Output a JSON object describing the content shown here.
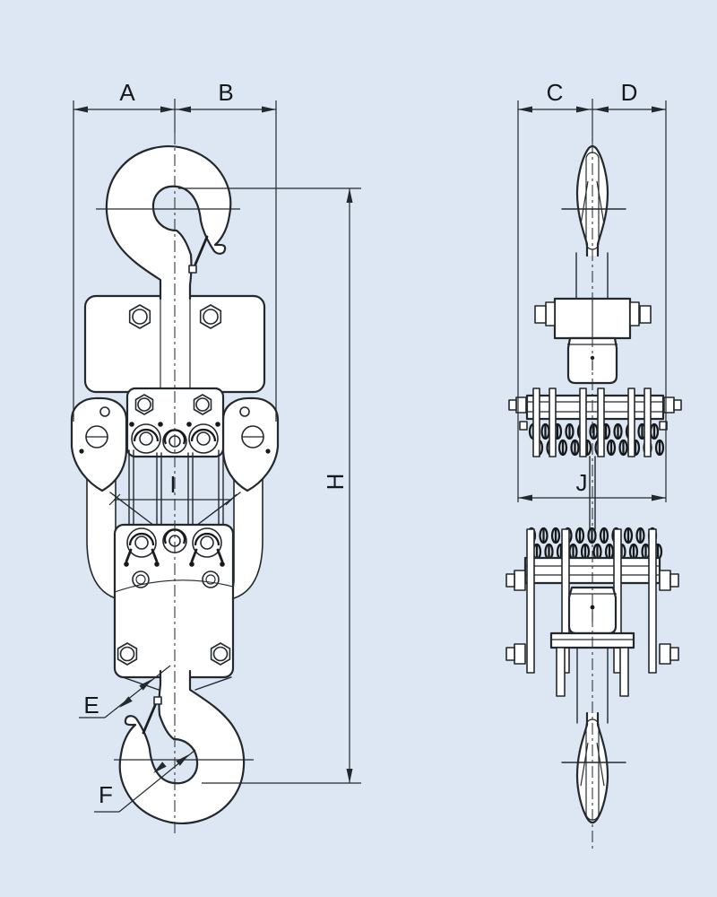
{
  "figure": {
    "type": "technical-dimension-drawing",
    "subject": "Chain hoist (chain block) with top and bottom hooks, front view and side view",
    "background_color": "#dde7f3",
    "line_color": "#23282d",
    "views": [
      {
        "id": "front-view",
        "dimensions_shown": [
          "A",
          "B",
          "E",
          "F",
          "H",
          "I"
        ]
      },
      {
        "id": "side-view",
        "dimensions_shown": [
          "C",
          "D",
          "J"
        ]
      }
    ],
    "labels": {
      "A": "A",
      "B": "B",
      "C": "C",
      "D": "D",
      "E": "E",
      "F": "F",
      "H": "H",
      "I": "I",
      "J": "J"
    }
  }
}
